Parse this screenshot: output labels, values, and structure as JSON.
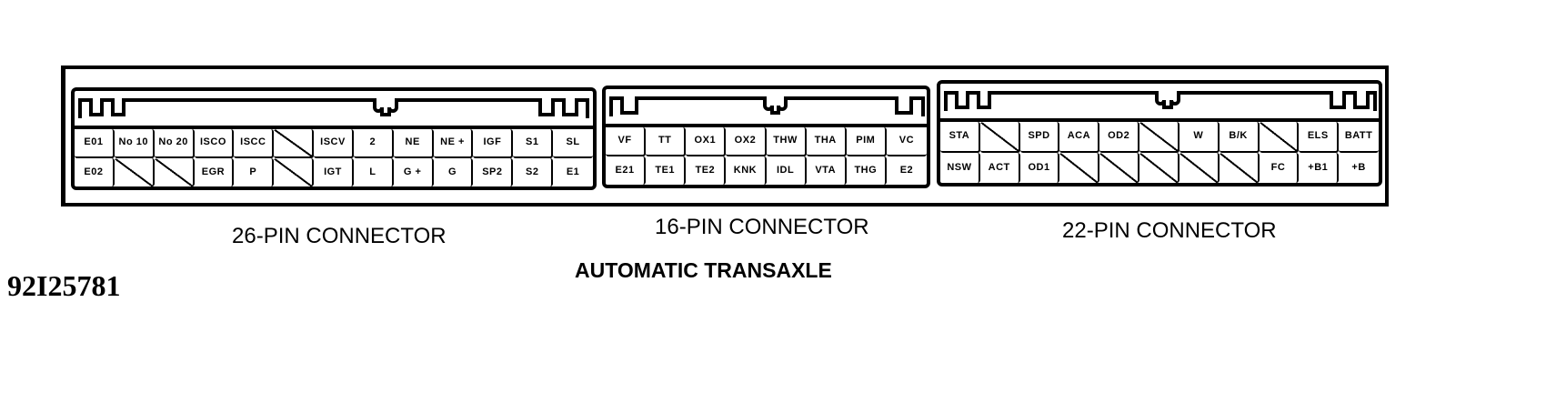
{
  "diagram": {
    "title": "AUTOMATIC TRANSAXLE",
    "figure_code": "92I25781",
    "connectors": [
      {
        "name": "26-PIN CONNECTOR",
        "columns": 13,
        "row1": [
          "E01",
          "No 10",
          "No 20",
          "ISCO",
          "ISCC",
          "",
          "ISCV",
          "2",
          "NE",
          "NE +",
          "IGF",
          "S1",
          "SL"
        ],
        "row2": [
          "E02",
          "",
          "",
          "EGR",
          "P",
          "",
          "IGT",
          "L",
          "G +",
          "G",
          "SP2",
          "S2",
          "E1"
        ]
      },
      {
        "name": "16-PIN CONNECTOR",
        "columns": 8,
        "row1": [
          "VF",
          "TT",
          "OX1",
          "OX2",
          "THW",
          "THA",
          "PIM",
          "VC"
        ],
        "row2": [
          "E21",
          "TE1",
          "TE2",
          "KNK",
          "IDL",
          "VTA",
          "THG",
          "E2"
        ]
      },
      {
        "name": "22-PIN CONNECTOR",
        "columns": 11,
        "row1": [
          "STA",
          "",
          "SPD",
          "ACA",
          "OD2",
          "",
          "W",
          "B/K",
          "",
          "ELS",
          "BATT"
        ],
        "row2": [
          "NSW",
          "ACT",
          "OD1",
          "",
          "",
          "",
          "",
          "",
          "FC",
          "+B1",
          "+B"
        ]
      }
    ],
    "blank_symbol": "diagonal-slash (unused pin)"
  }
}
